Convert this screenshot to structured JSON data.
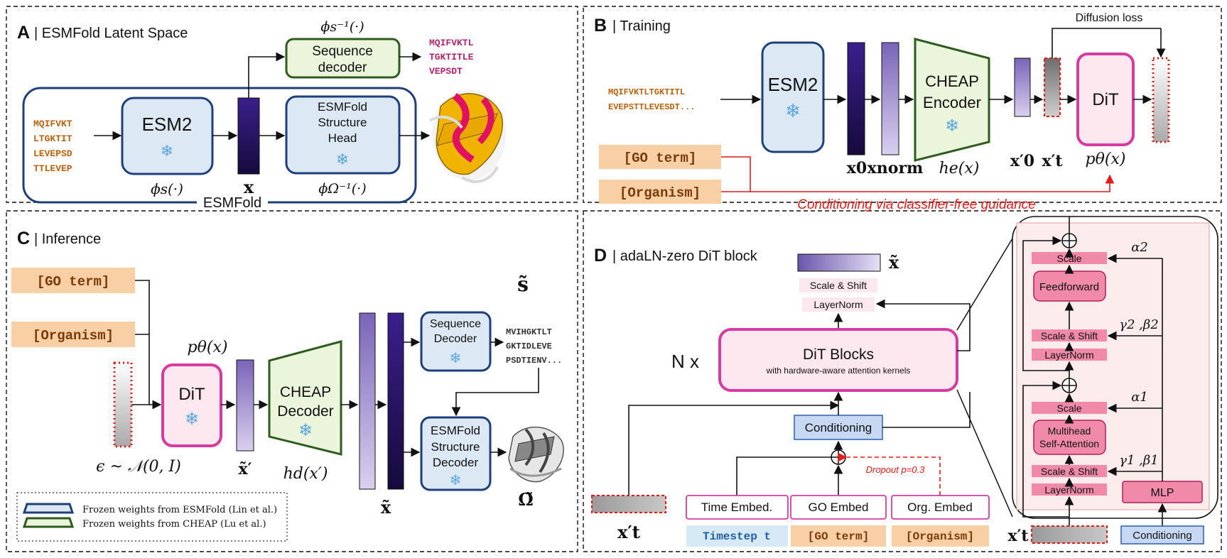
{
  "panel_a": {
    "letter": "A",
    "title": "| ESMFold Latent Space",
    "seq_lines": [
      "MQIFVKT",
      "LTGKTIT",
      "LEVEPSD",
      "TTLEVEP"
    ],
    "esm2": "ESM2",
    "phi_s": "ϕs(·)",
    "x_label": "x",
    "seq_decoder": [
      "Sequence",
      "decoder"
    ],
    "phi_s_inv": "ϕs⁻¹(·)",
    "struct_head": [
      "ESMFold",
      "Structure",
      "Head"
    ],
    "phi_omega_inv": "ϕΩ⁻¹(·)",
    "esmfold_label": "ESMFold",
    "out_seq": [
      "MQIFVKTL",
      "TGKTITLE",
      "VEPSDT"
    ]
  },
  "panel_b": {
    "letter": "B",
    "title": "| Training",
    "seq_lines": [
      "MQIFVKTLTGKTITL",
      "EVEPSTTLEVESDT..."
    ],
    "esm2": "ESM2",
    "cheap_encoder": [
      "CHEAP",
      "Encoder"
    ],
    "dit": "DiT",
    "x0": "x0",
    "xnorm": "xnorm",
    "he": "he(x)",
    "x0p": "x′0",
    "xtp": "x′t",
    "ptheta": "pθ(x)",
    "diffusion_loss": "Diffusion loss",
    "go_term": "[GO term]",
    "organism": "[Organism]",
    "conditioning": "Conditioning via classifier-free guidance"
  },
  "panel_c": {
    "letter": "C",
    "title": "| Inference",
    "go_term": "[GO term]",
    "organism": "[Organism]",
    "ptheta": "pθ(x)",
    "dit": "DiT",
    "cheap_decoder": [
      "CHEAP",
      "Decoder"
    ],
    "epsilon": "ϵ ~ 𝒩(0, I)",
    "xtilde_prime": "x̃′",
    "hd": "hd(x′)",
    "xtilde": "x̃",
    "seq_decoder": [
      "Sequence",
      "Decoder"
    ],
    "struct_decoder": [
      "ESMFold",
      "Structure",
      "Decoder"
    ],
    "s_tilde": "s̃",
    "omega_tilde": "Ω̃",
    "out_seq": [
      "MVIHGKTLT",
      "GKTIDLEVE",
      "PSDTIENV..."
    ],
    "legend": [
      "Frozen weights from ESMFold (Lin et al.)",
      "Frozen weights from CHEAP (Lu et al.)"
    ]
  },
  "panel_d": {
    "letter": "D",
    "title": "| adaLN-zero DiT block",
    "xtilde": "x̃",
    "scale_shift": "Scale & Shift",
    "layernorm": "LayerNorm",
    "nx": "N x",
    "dit_blocks": "DiT Blocks",
    "dit_blocks_sub": "with hardware-aware attention kernels",
    "conditioning": "Conditioning",
    "dropout": "Dropout p=0.3",
    "time_embed": "Time Embed.",
    "go_embed": "GO Embed",
    "org_embed": "Org. Embed",
    "timestep": "Timestep t",
    "go_term": "[GO term]",
    "organism": "[Organism]",
    "xtp": "x′t",
    "detail": {
      "scale_top": "Scale",
      "feedforward": "Feedforward",
      "scale_shift_top": "Scale & Shift",
      "layernorm_top": "LayerNorm",
      "scale_bot": "Scale",
      "mhsa": [
        "Multihead",
        "Self-Attention"
      ],
      "scale_shift_bot": "Scale & Shift",
      "layernorm_bot": "LayerNorm",
      "mlp": "MLP",
      "conditioning": "Conditioning",
      "alpha2": "α2",
      "gb2": "γ2 ,β2",
      "alpha1": "α1",
      "gb1": "γ1 ,β1",
      "xtp": "x′t"
    }
  },
  "colors": {
    "frozen_blue_fill": "#dce9f5",
    "frozen_blue_stroke": "#1f3f7a",
    "green_fill": "#eaf5dc",
    "green_stroke": "#2e5c1e",
    "dit_fill": "#fde8ef",
    "dit_stroke": "#d63ba0",
    "orange_fill": "#f9cfa6",
    "seq_orange": "#b8620e",
    "seq_magenta": "#b0256c",
    "red": "#e41a1c",
    "pink_block": "#f08aa8"
  }
}
